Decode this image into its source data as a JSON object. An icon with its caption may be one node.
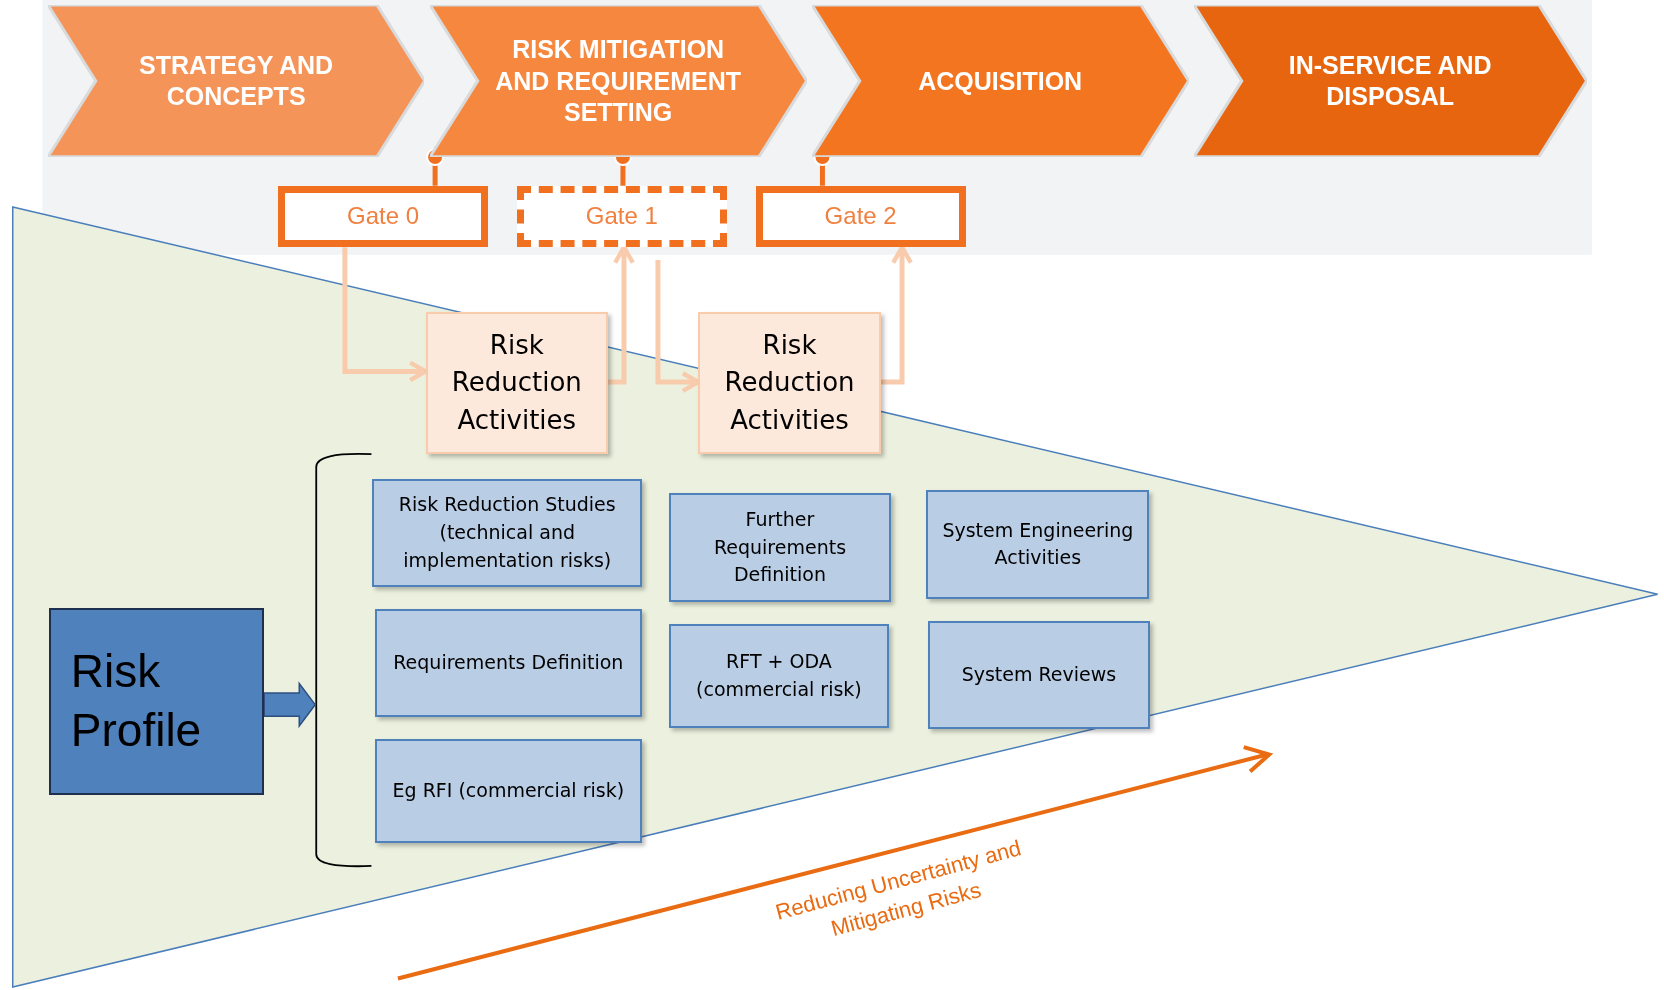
{
  "diagram": {
    "nodes": [
      {
        "text": [
          "STRATEGY AND CONCEPTS"
        ]
      },
      {
        "text": [
          "RISK MITIGATION AND REQUIREMENT SETTING"
        ]
      },
      {
        "text": [
          "ACQUISITION"
        ]
      },
      {
        "text": [
          "IN-SERVICE AND DISPOSAL"
        ]
      },
      {
        "text": [
          "Gate 0"
        ]
      },
      {
        "text": [
          "Gate 1"
        ]
      },
      {
        "text": [
          "Gate 2"
        ]
      },
      {
        "text": [
          "Risk Reduction Activities"
        ]
      },
      {
        "text": [
          "Risk Reduction Activities"
        ]
      },
      {
        "text": [
          "Risk Profile"
        ]
      },
      {
        "text": [
          "Risk Reduction Studies (technical and implementation risks)"
        ]
      },
      {
        "text": [
          "Further Requirements Definition"
        ]
      },
      {
        "text": [
          "System Engineering Activities"
        ]
      },
      {
        "text": [
          "Requirements Definition"
        ]
      },
      {
        "text": [
          "RFT + ODA (commercial risk)"
        ]
      },
      {
        "text": [
          "System Reviews"
        ]
      },
      {
        "text": [
          "Eg RFI (commercial risk)"
        ]
      }
    ],
    "edges": [
      {
        "from": 1,
        "to": 4,
        "arrow": "other",
        "color": "#f07020"
      },
      {
        "from": 1,
        "to": 5,
        "arrow": "other",
        "color": "#f07020"
      },
      {
        "from": 2,
        "to": 6,
        "arrow": "other",
        "color": "#f07020"
      },
      {
        "from": 4,
        "to": 7,
        "arrow": "to"
      },
      {
        "from": 7,
        "to": 5,
        "arrow": "to"
      },
      {
        "from": 5,
        "to": 8,
        "arrow": "to"
      },
      {
        "from": 8,
        "to": 6,
        "arrow": "to"
      },
      {
        "from": 9,
        "to": null,
        "arrow": "to",
        "style": "thick",
        "color": "#4f81bd"
      }
    ],
    "labels": [
      "Reducing Uncertainty and Mitigating Risks"
    ]
  }
}
